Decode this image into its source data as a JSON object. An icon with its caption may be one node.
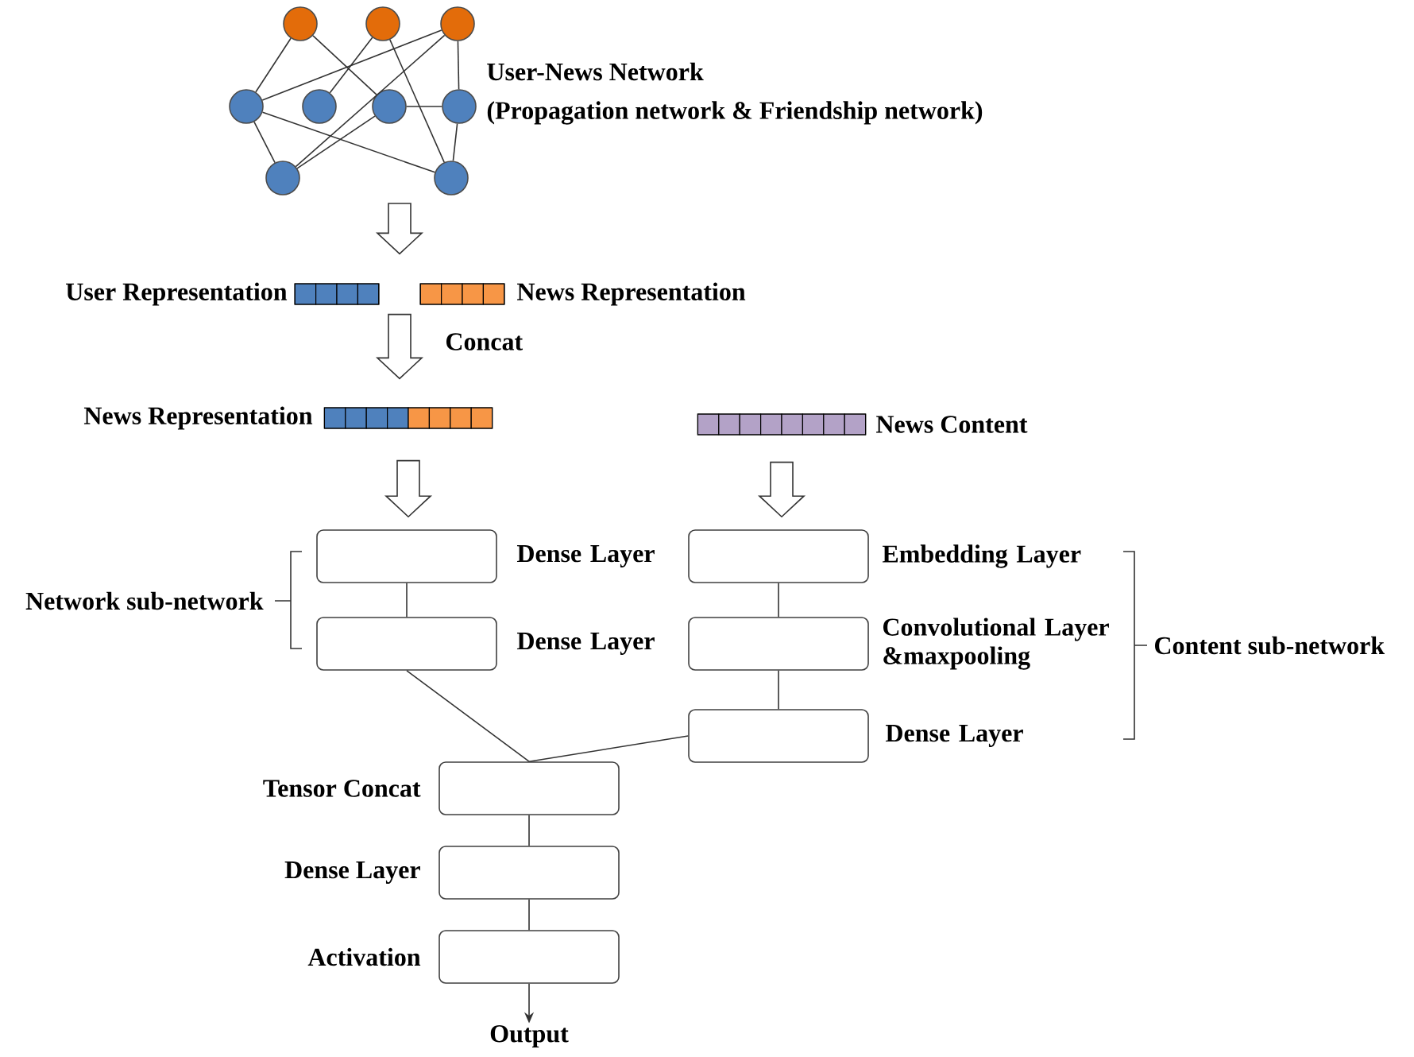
{
  "diagram": {
    "nodes": [
      {
        "text": [],
        "shape": "circle"
      },
      {
        "text": [],
        "shape": "circle"
      },
      {
        "text": [],
        "shape": "circle"
      },
      {
        "text": [],
        "shape": "circle"
      },
      {
        "text": [],
        "shape": "circle"
      },
      {
        "text": [],
        "shape": "circle"
      },
      {
        "text": [],
        "shape": "circle"
      },
      {
        "text": [],
        "shape": "circle"
      },
      {
        "text": [],
        "shape": "circle"
      },
      {
        "text": [],
        "shape": "bar",
        "beside": [
          "User Representation"
        ]
      },
      {
        "text": [],
        "shape": "bar",
        "beside": [
          "News Representation"
        ]
      },
      {
        "text": [],
        "shape": "bar",
        "beside": [
          "News Representation"
        ]
      },
      {
        "text": [],
        "shape": "bar",
        "beside": [
          "News Content"
        ]
      },
      {
        "text": [
          "Dense Layer"
        ]
      },
      {
        "text": [
          "Dense Layer"
        ]
      },
      {
        "text": [
          "Embedding Layer"
        ]
      },
      {
        "text": [
          "Convolutional Layer &maxpooling"
        ]
      },
      {
        "text": [
          "Dense Layer"
        ]
      },
      {
        "text": [
          "Tensor Concat"
        ]
      },
      {
        "text": [
          "Dense Layer"
        ]
      },
      {
        "text": [
          "Activation"
        ]
      },
      {
        "text": [
          "Output"
        ]
      }
    ],
    "edges": [
      {
        "from": 0,
        "to": 3,
        "arrow": "none"
      },
      {
        "from": 0,
        "to": 5,
        "arrow": "none"
      },
      {
        "from": 1,
        "to": 4,
        "arrow": "none"
      },
      {
        "from": 1,
        "to": 8,
        "arrow": "none"
      },
      {
        "from": 2,
        "to": 3,
        "arrow": "none"
      },
      {
        "from": 2,
        "to": 7,
        "arrow": "none"
      },
      {
        "from": 2,
        "to": 6,
        "arrow": "none"
      },
      {
        "from": 5,
        "to": 6,
        "arrow": "none"
      },
      {
        "from": 5,
        "to": 7,
        "arrow": "none"
      },
      {
        "from": 3,
        "to": 8,
        "arrow": "none"
      },
      {
        "from": 3,
        "to": 7,
        "arrow": "none"
      },
      {
        "from": 6,
        "to": 8,
        "arrow": "none"
      },
      {
        "from": null,
        "to": 9,
        "arrow": "to"
      },
      {
        "from": null,
        "to": 10,
        "arrow": "to"
      },
      {
        "from": 9,
        "to": 11,
        "arrow": "to",
        "label": "Concat"
      },
      {
        "from": 10,
        "to": 11,
        "arrow": "to"
      },
      {
        "from": 11,
        "to": 13,
        "arrow": "to"
      },
      {
        "from": 12,
        "to": 15,
        "arrow": "to"
      },
      {
        "from": 13,
        "to": 14,
        "arrow": "none"
      },
      {
        "from": 14,
        "to": 18,
        "arrow": "none"
      },
      {
        "from": 17,
        "to": 18,
        "arrow": "none"
      },
      {
        "from": 15,
        "to": 16,
        "arrow": "none"
      },
      {
        "from": 16,
        "to": 17,
        "arrow": "none"
      },
      {
        "from": 18,
        "to": 19,
        "arrow": "none"
      },
      {
        "from": 19,
        "to": 20,
        "arrow": "none"
      },
      {
        "from": 20,
        "to": 21,
        "arrow": "to"
      }
    ],
    "labels": [
      "User-News Network",
      "(Propagation network & Friendship network)",
      "Network sub-network",
      "Content sub-network"
    ]
  }
}
